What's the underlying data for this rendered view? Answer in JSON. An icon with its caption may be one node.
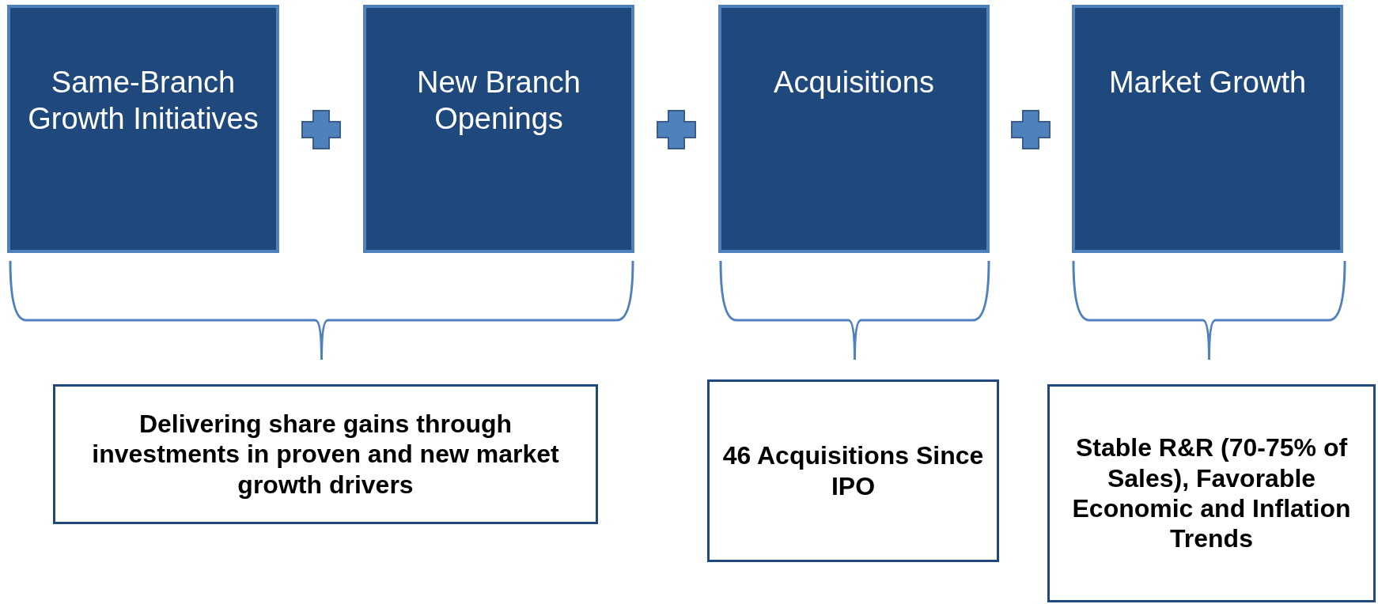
{
  "diagram": {
    "nodes": [
      {
        "text": [
          "Same-Branch Growth Initiatives"
        ]
      },
      {
        "text": [
          "New Branch Openings"
        ]
      },
      {
        "text": [
          "Acquisitions"
        ]
      },
      {
        "text": [
          "Market Growth"
        ]
      },
      {
        "text": [
          "Delivering share gains through investments in proven and new market growth drivers"
        ]
      },
      {
        "text": [
          "46 Acquisitions Since IPO"
        ]
      },
      {
        "text": [
          "Stable R&R (70-75% of Sales), Favorable Economic and Inflation Trends"
        ]
      }
    ]
  }
}
